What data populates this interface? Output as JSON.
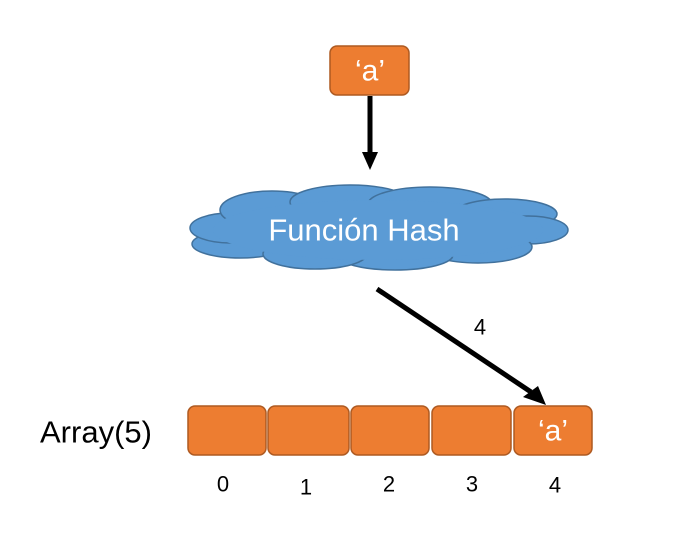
{
  "input_key": "‘a’",
  "hash_function_label": "Función Hash",
  "hash_result": "4",
  "array_label": "Array(5)",
  "array": {
    "cells": [
      {
        "index": "0",
        "value": ""
      },
      {
        "index": "1",
        "value": ""
      },
      {
        "index": "2",
        "value": ""
      },
      {
        "index": "3",
        "value": ""
      },
      {
        "index": "4",
        "value": "‘a’"
      }
    ]
  },
  "colors": {
    "box_fill": "#ED7D31",
    "box_stroke": "#AE5A21",
    "cloud_fill": "#5B9BD5",
    "cloud_stroke": "#41719C",
    "arrow": "#000000"
  }
}
